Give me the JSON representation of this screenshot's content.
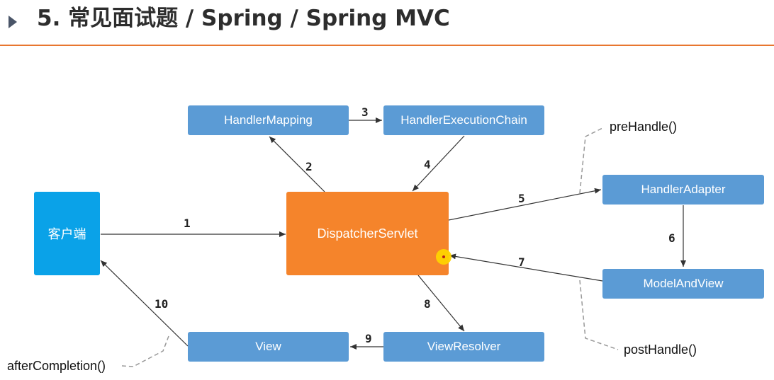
{
  "header": {
    "title": "5. 常见面试题 / Spring / Spring MVC"
  },
  "nodes": {
    "client": "客户端",
    "dispatcher": "DispatcherServlet",
    "handler_mapping": "HandlerMapping",
    "handler_execution_chain": "HandlerExecutionChain",
    "handler_adapter": "HandlerAdapter",
    "model_and_view": "ModelAndView",
    "view_resolver": "ViewResolver",
    "view": "View"
  },
  "edges": {
    "e1": "1",
    "e2": "2",
    "e3": "3",
    "e4": "4",
    "e5": "5",
    "e6": "6",
    "e7": "7",
    "e8": "8",
    "e9": "9",
    "e10": "10"
  },
  "notes": {
    "pre_handle": "preHandle()",
    "post_handle": "postHandle()",
    "after_completion": "afterCompletion()"
  },
  "colors": {
    "blue_box": "#5b9bd5",
    "client_box": "#0aa2e8",
    "dispatcher_box": "#f5842b",
    "header_rule": "#e8762f"
  }
}
